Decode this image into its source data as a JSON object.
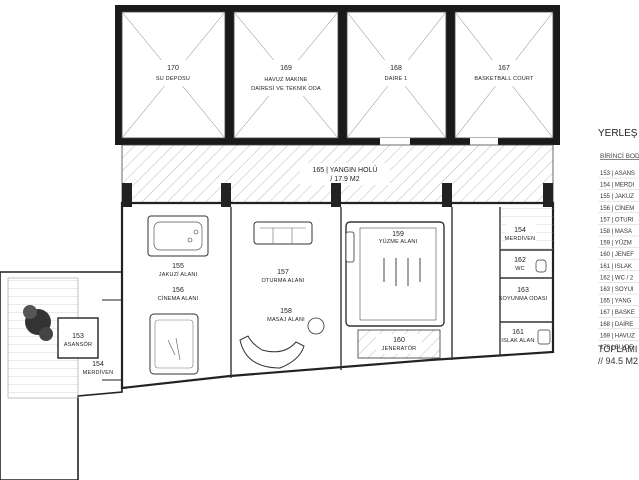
{
  "top_rooms": [
    {
      "id": "room-170",
      "number": "170",
      "name": "SU DEPOSU"
    },
    {
      "id": "room-169",
      "number": "169",
      "name": "HAVUZ MAKİNE",
      "name2": "DAİRESİ VE TEKNİK ODA"
    },
    {
      "id": "room-168",
      "number": "168",
      "name": "DAİRE 1"
    },
    {
      "id": "room-167",
      "number": "167",
      "name": "BASKETBALL COURT"
    }
  ],
  "corridor": {
    "number_name": "165 | YANGIN HOLÜ",
    "area": "/ 17.9 M2"
  },
  "rooms": {
    "r155": {
      "number": "155",
      "name": "JAKUZİ ALANI"
    },
    "r156": {
      "number": "156",
      "name": "CİNEMA ALANI"
    },
    "r157": {
      "number": "157",
      "name": "OTURMA ALANI"
    },
    "r158": {
      "number": "158",
      "name": "MASAJ ALANI"
    },
    "r159": {
      "number": "159",
      "name": "YÜZME ALANI"
    },
    "r160": {
      "number": "160",
      "name": "JENERATÖR"
    },
    "r154a": {
      "number": "154",
      "name": "MERDİVEN"
    },
    "r162": {
      "number": "162",
      "name": "WC"
    },
    "r163": {
      "number": "163",
      "name": "SOYUNMA ODASI"
    },
    "r161": {
      "number": "161",
      "name": "ISLAK ALAN"
    },
    "r153": {
      "number": "153",
      "name": "ASANSÖR"
    },
    "r154b": {
      "number": "154",
      "name": "MERDİVEN"
    }
  },
  "legend": {
    "title": "YERLEŞ",
    "subtitle": "BİRİNCİ BOD",
    "rows": [
      "153 | ASANS",
      "154 | MERDI",
      "155 | JAKUZ",
      "156 | CİNEM",
      "157 | OTURI",
      "158 | MASA",
      "159 | YÜZM",
      "160 | JENEF",
      "161 | ISLAK",
      "162 | WC / 2",
      "163 | SOYUI",
      "165 | YANG",
      "167 | BASKE",
      "168 | DAİRE",
      "169 | HAVUZ",
      "170 | SU DE"
    ],
    "total_label": "TOPLAMI B",
    "total_value": "// 94.5 M2"
  }
}
